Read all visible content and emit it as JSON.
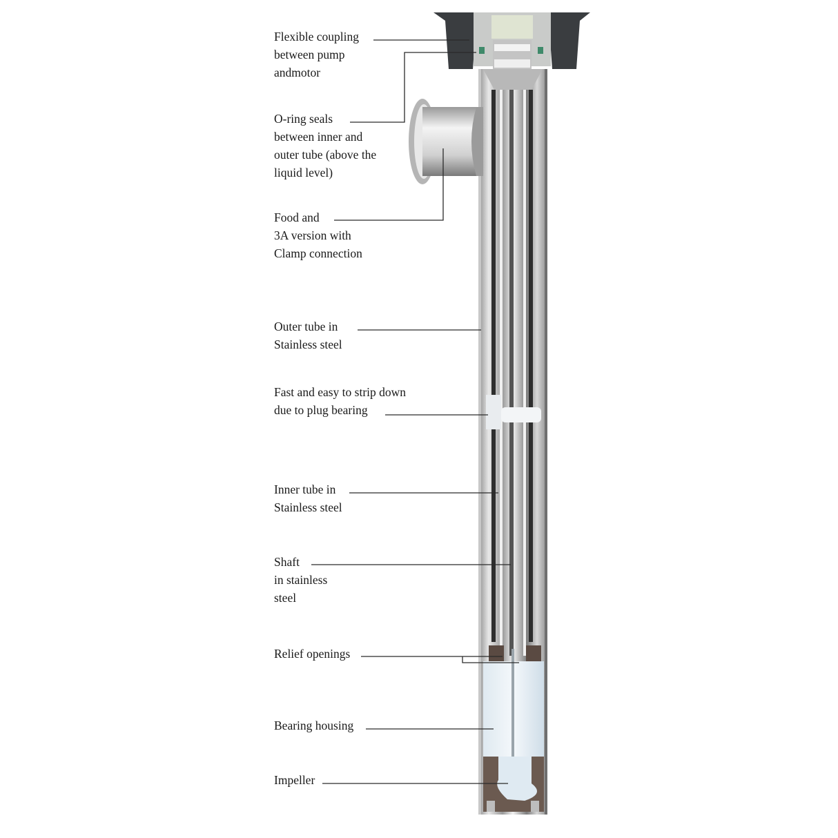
{
  "diagram": {
    "subject": "Vertical immersion pump (cutaway)",
    "background": "#ffffff",
    "leader_color": "#2a2a2a",
    "labels": [
      {
        "id": "coupling",
        "lines": [
          "Flexible coupling",
          "between pump",
          "andmotor"
        ]
      },
      {
        "id": "oring",
        "lines": [
          "O-ring seals",
          "between inner and",
          "outer tube (above the",
          "liquid level)"
        ]
      },
      {
        "id": "food",
        "lines": [
          "Food and",
          "3A version with",
          "Clamp connection"
        ]
      },
      {
        "id": "outer",
        "lines": [
          "Outer tube in",
          "Stainless steel"
        ]
      },
      {
        "id": "strip",
        "lines": [
          "Fast and easy to strip down",
          "due to plug bearing"
        ]
      },
      {
        "id": "inner",
        "lines": [
          "Inner tube in",
          "Stainless steel"
        ]
      },
      {
        "id": "shaft",
        "lines": [
          "Shaft",
          "in stainless",
          "steel"
        ]
      },
      {
        "id": "relief",
        "lines": [
          "Relief openings"
        ]
      },
      {
        "id": "bearing",
        "lines": [
          "Bearing housing"
        ]
      },
      {
        "id": "impeller",
        "lines": [
          "Impeller"
        ]
      }
    ]
  }
}
